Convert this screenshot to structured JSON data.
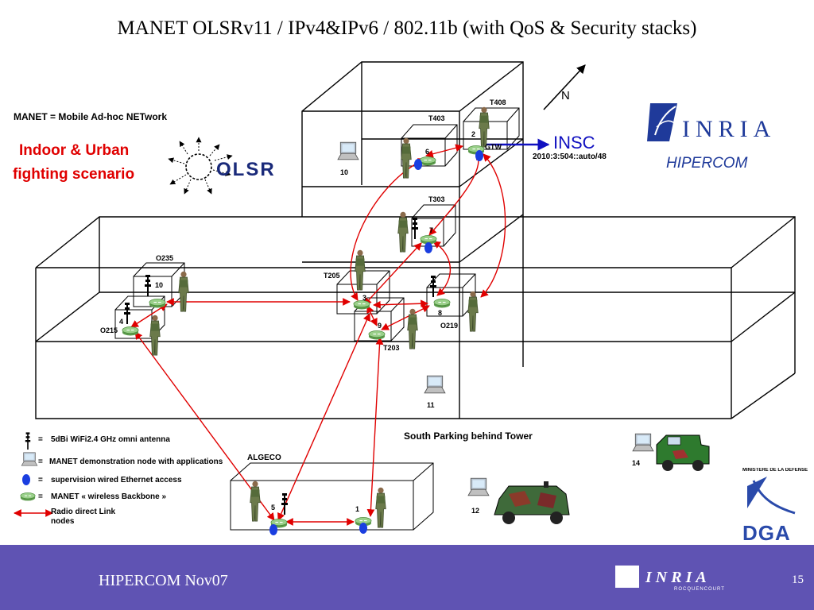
{
  "slide": {
    "title": "MANET OLSRv11 / IPv4&IPv6 / 802.11b (with QoS & Security stacks)",
    "manet_definition": "MANET = Mobile Ad-hoc NETwork",
    "scenario_line1": "Indoor & Urban",
    "scenario_line2": "fighting scenario",
    "olsr_logo_text": "OLSR",
    "insc_label": "INSC",
    "ipv6_prefix": "2010:3:504::auto/48",
    "north_label": "N",
    "hipercom_label": "HIPERCOM",
    "inria_logo_text": "INRIA",
    "dga_logo_text": "DGA",
    "ministry_text": "MINISTÈRE DE LA DÉFENSE",
    "parking_label": "South Parking behind Tower",
    "algeco_label": "ALGECO",
    "footer_text": "HIPERCOM  Nov07",
    "footer_inria": "INRIA",
    "footer_inria_sub": "ROCQUENCOURT",
    "page_number": "15"
  },
  "rooms": {
    "t408": "T408",
    "t403": "T403",
    "t303": "T303",
    "t205": "T205",
    "t203": "T203",
    "o235": "O235",
    "o215": "O215",
    "o219": "O219",
    "gtw": "GTW"
  },
  "nodes": {
    "n1": "1",
    "n2": "2",
    "n3": "3",
    "n4": "4",
    "n5": "5",
    "n6": "6",
    "n7": "7",
    "n8": "8",
    "n9": "9",
    "n10": "10",
    "n10b": "10",
    "n11": "11",
    "n12": "12",
    "n14": "14"
  },
  "legend": {
    "antenna": "5dBi WiFi2.4 GHz omni antenna",
    "demo_node": "MANET  demonstration node with applications",
    "supervision": "supervision wired Ethernet access",
    "backbone": "MANET «  wireless Backbone »",
    "radio_link_1": "Radio direct Link",
    "radio_link_2": "nodes",
    "eq": "="
  },
  "colors": {
    "footer_bg": "#5f53b3",
    "link_red": "#e00000",
    "insc_blue": "#1010c0",
    "supervision_blue": "#1a3ee0",
    "backbone_green": "#7ac26a",
    "soldier_green": "#6b7a4a"
  }
}
